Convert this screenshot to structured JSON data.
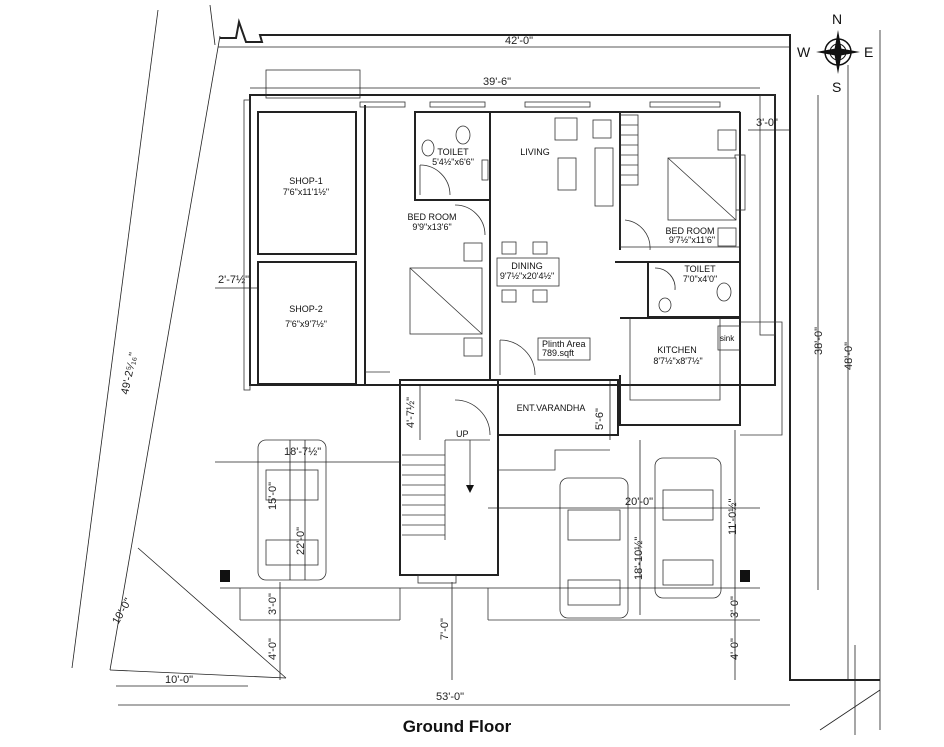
{
  "title": "Ground Floor",
  "compass": {
    "north": "N",
    "south": "S",
    "east": "E",
    "west": "W"
  },
  "rooms": {
    "shop1": {
      "name": "SHOP-1",
      "size": "7'6\"x11'1½\""
    },
    "shop2": {
      "name": "SHOP-2",
      "size": "7'6\"x9'7½\""
    },
    "toilet1": {
      "name": "TOILET",
      "size": "5'4½\"x6'6\""
    },
    "living": {
      "name": "LIVING"
    },
    "bed1": {
      "name": "BED ROOM",
      "size": "9'9\"x13'6\""
    },
    "bed2": {
      "name": "BED ROOM",
      "size": "9'7½\"x11'6\""
    },
    "dining": {
      "name": "DINING",
      "size": "9'7½\"x20'4½\""
    },
    "toilet2": {
      "name": "TOILET",
      "size": "7'0\"x4'0\""
    },
    "kitchen": {
      "name": "KITCHEN",
      "size": "8'7½\"x8'7½\""
    },
    "sink": "sink",
    "plinth": {
      "name": "Plinth Area",
      "value": "789.sqft"
    },
    "verandha": {
      "name": "ENT.VARANDHA"
    },
    "stair_up": "UP"
  },
  "dimensions": {
    "top_outer": "42'-0\"",
    "top_inner": "39'-6\"",
    "right_setback": "3'-0\"",
    "left_diag": "49'-2⁵⁄₁₆\"",
    "left_small": "2'-7½\"",
    "mid_418": "18'-7½\"",
    "car_15": "15'-0\"",
    "car_22": "22'-0\"",
    "stair_47": "4'-7½\"",
    "ver_56": "5'-6\"",
    "car_20": "20'-0\"",
    "car_11": "11'-0½\"",
    "car_18": "18'-10½\"",
    "right_38": "38'-0\"",
    "right_48": "48'-0\"",
    "bot_3a": "3'-0\"",
    "bot_4a": "4'-0\"",
    "bot_7": "7'-0\"",
    "bot_3b": "3'-0\"",
    "bot_4b": "4'-0\"",
    "diag_10": "10'-0\"",
    "bot_10": "10'-0\"",
    "bottom_total": "53'-0\""
  }
}
